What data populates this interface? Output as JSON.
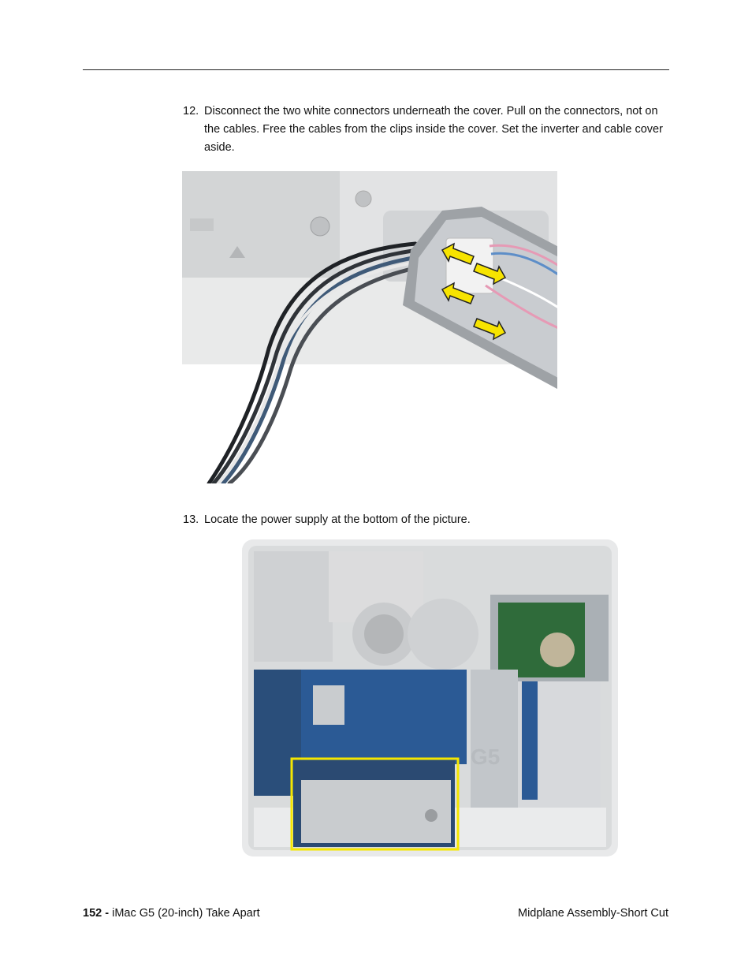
{
  "steps": [
    {
      "number": "12.",
      "text": "Disconnect the two white connectors underneath the cover. Pull on the connectors, not on the cables. Free the cables from the clips inside the cover. Set the inverter and cable cover aside."
    },
    {
      "number": "13.",
      "text": "Locate the power supply at the bottom of the picture."
    }
  ],
  "figures": {
    "board_logo": "G5"
  },
  "footer": {
    "page_number": "152 -",
    "doc_title": "iMac G5 (20-inch)  Take Apart",
    "section": "Midplane Assembly-Short Cut"
  },
  "colors": {
    "highlight": "#f5e600",
    "arrow": "#f7e400"
  }
}
